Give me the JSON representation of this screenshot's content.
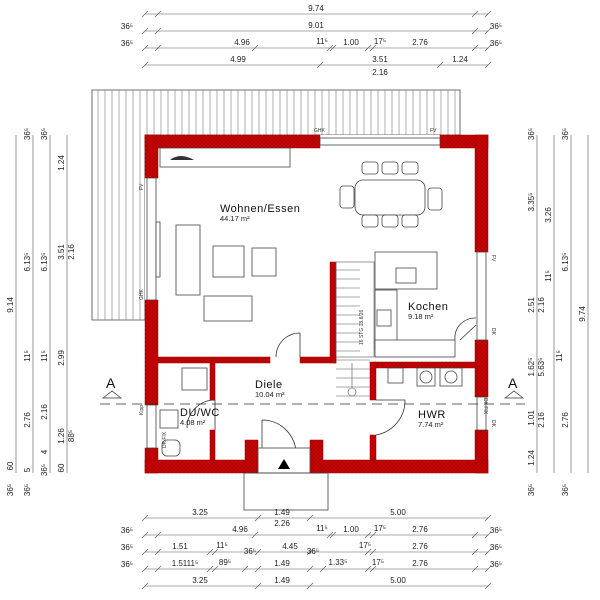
{
  "colors": {
    "wall": "#d10000",
    "wall_hatch": "#6a0000",
    "lines": "#333333"
  },
  "rooms": [
    {
      "name": "Wohnen/Essen",
      "area": "44.17 m²"
    },
    {
      "name": "Kochen",
      "area": "9.18 m²"
    },
    {
      "name": "Diele",
      "area": "10.04 m²"
    },
    {
      "name": "DU/WC",
      "area": "4.08 m²"
    },
    {
      "name": "HWR",
      "area": "7.74 m²"
    }
  ],
  "section_marker": "A",
  "stair_label": "16 STG 18.8/26",
  "window_labels": {
    "ghk": "GHK",
    "fv": "FV",
    "dk": "DK",
    "dk_fix": "DK FIX",
    "kipp": "Kipp",
    "dk_fix_wc": "DK FIX"
  },
  "dimensions": {
    "top": {
      "row1": [
        "9.74"
      ],
      "row2": [
        "36⁵",
        "9.01",
        "36⁵"
      ],
      "row3": [
        "36⁵",
        "4.96",
        "11⁵",
        "1.00",
        "17⁵",
        "2.76",
        "36⁵"
      ],
      "row4": [
        "4.99",
        "3.51",
        "1.24",
        "2.16"
      ]
    },
    "bottom": {
      "row1": [
        "3.25",
        "1.49",
        "5.00",
        "2.26"
      ],
      "row2": [
        "36⁵",
        "4.96",
        "11⁵",
        "1.00",
        "17⁵",
        "2.76",
        "36⁵"
      ],
      "row3": [
        "36⁵",
        "1.51",
        "11⁵",
        "36⁵",
        "4.45",
        "36⁵",
        "17⁵",
        "2.76",
        "36⁵"
      ],
      "row4": [
        "36⁵",
        "1.5111⁵",
        "89⁵",
        "1.49",
        "1.33⁵",
        "17⁵",
        "2.76",
        "36⁵"
      ],
      "row5": [
        "3.25",
        "1.49",
        "5.00"
      ]
    },
    "left": {
      "col1": [
        "9.14",
        "60",
        "36⁵"
      ],
      "col2": [
        "36⁵",
        "6.13⁵",
        "11⁵",
        "2.76",
        "5",
        "36⁵"
      ],
      "col3": [
        "36⁵",
        "6.13⁵",
        "11⁵",
        "2.16",
        "4",
        "36⁵"
      ],
      "col4": [
        "1.24",
        "3.51",
        "2.16",
        "2.99",
        "1.26",
        "88⁵",
        "60"
      ]
    },
    "right": {
      "col1": [
        "36⁵",
        "3.35⁵",
        "2.51",
        "1.62⁵",
        "1.01",
        "1.24",
        "36⁵"
      ],
      "col2": [
        "3.26",
        "11⁵",
        "2.16",
        "5.63⁵",
        "2.16"
      ],
      "col3": [
        "36⁵",
        "6.13⁵",
        "11⁵",
        "2.76",
        "36⁵"
      ],
      "col4": [
        "9.74"
      ]
    }
  }
}
